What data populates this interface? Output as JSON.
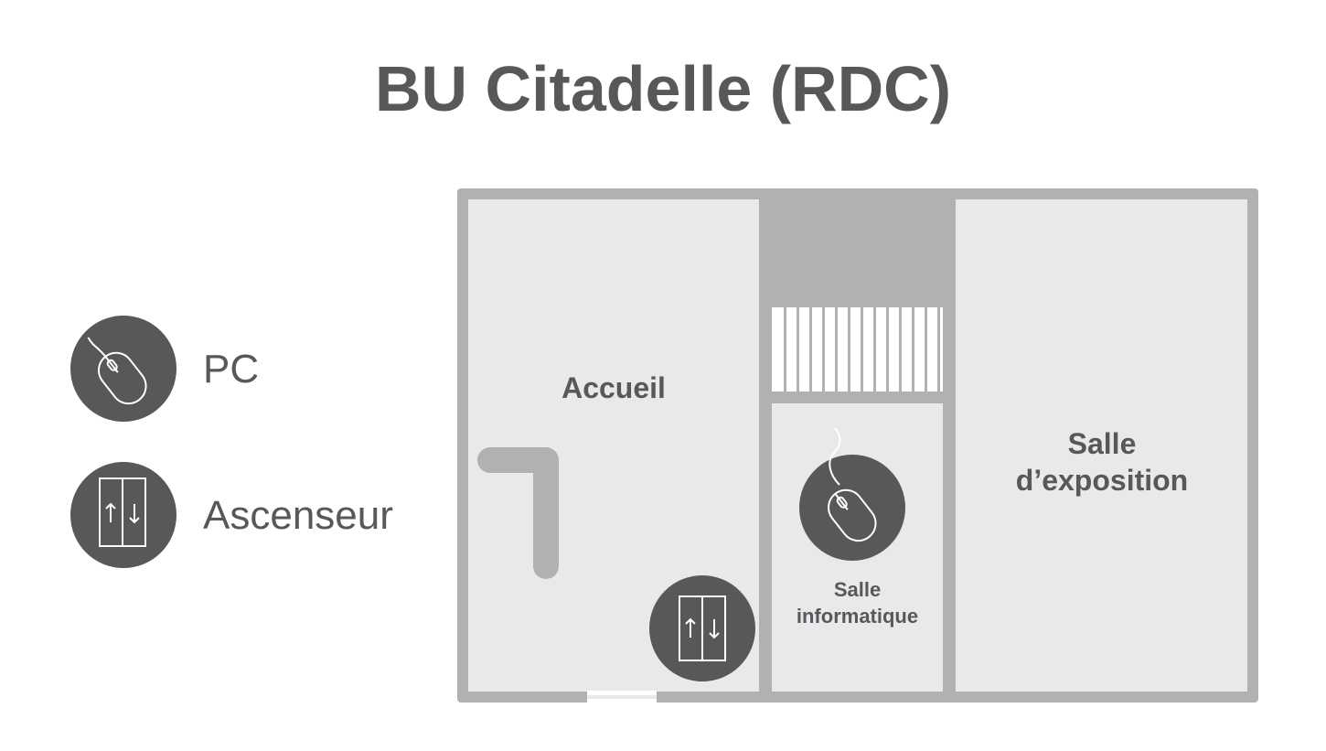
{
  "title": "BU Citadelle (RDC)",
  "legend": {
    "pc": {
      "label": "PC",
      "icon": "mouse-icon"
    },
    "elevator": {
      "label": "Ascenseur",
      "icon": "elevator-icon"
    }
  },
  "rooms": {
    "accueil": "Accueil",
    "salle_exposition_line1": "Salle",
    "salle_exposition_line2": "d’exposition",
    "salle_informatique_line1": "Salle",
    "salle_informatique_line2": "informatique"
  },
  "colors": {
    "wall": "#b1b1b3",
    "floor": "#e9e9eb",
    "icon_bg": "#58585b",
    "text": "#58585b"
  }
}
